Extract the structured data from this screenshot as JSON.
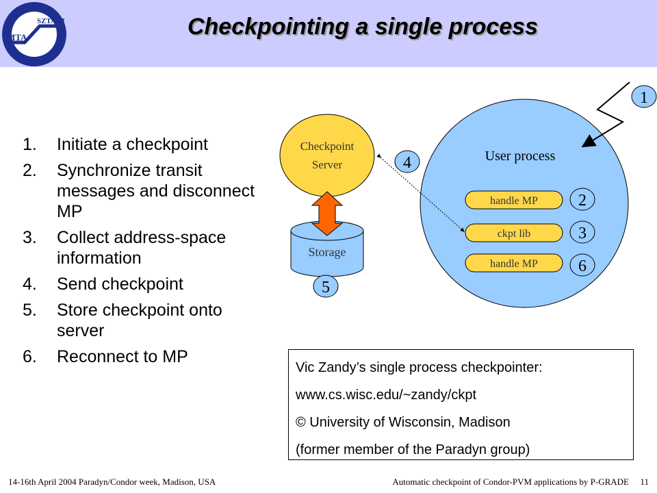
{
  "header": {
    "title": "Checkpointing a single process",
    "logo_text_left": "MTA",
    "logo_text_right": "SZTAKI"
  },
  "steps": [
    {
      "num": "1.",
      "text": "Initiate a checkpoint"
    },
    {
      "num": "2.",
      "text": "Synchronize transit messages and disconnect MP"
    },
    {
      "num": "3.",
      "text": "Collect address-space information"
    },
    {
      "num": "4.",
      "text": "Send checkpoint"
    },
    {
      "num": "5.",
      "text": "Store checkpoint onto server"
    },
    {
      "num": "6.",
      "text": "Reconnect to MP"
    }
  ],
  "diagram": {
    "checkpoint_server_line1": "Checkpoint",
    "checkpoint_server_line2": "Server",
    "storage": "Storage",
    "user_process": "User process",
    "handle_mp_top": "handle MP",
    "ckpt_lib": "ckpt lib",
    "handle_mp_bottom": "handle MP",
    "badges": [
      "1",
      "2",
      "3",
      "4",
      "5",
      "6"
    ],
    "colors": {
      "server": "#ffd84a",
      "storage": "#99ccff",
      "process": "#99ccff",
      "pill": "#ffd84a",
      "arrow": "#ff6600",
      "badge": "#99ccff"
    }
  },
  "info": {
    "line1": "Vic Zandy’s single process checkpointer:",
    "line2": "www.cs.wisc.edu/~zandy/ckpt",
    "line3": "© University of Wisconsin, Madison",
    "line4": "(former member of the Paradyn group)"
  },
  "footer": {
    "left": "14-16th April 2004 Paradyn/Condor week, Madison, USA",
    "right": "Automatic checkpoint of Condor-PVM applications by P-GRADE",
    "page": "11"
  }
}
